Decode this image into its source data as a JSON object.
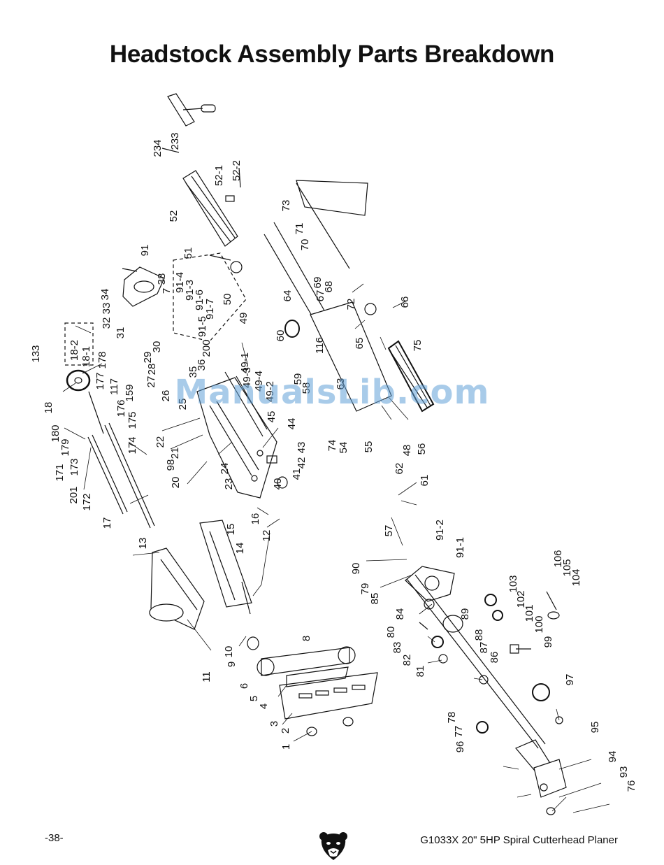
{
  "title": "Headstock Assembly Parts Breakdown",
  "watermark": "ManualsLib.com",
  "footer": {
    "page_number": "-38-",
    "model": "G1033X 20\" 5HP Spiral Cutterhead Planer"
  },
  "colors": {
    "ink": "#111111",
    "watermark": "#60a0d7",
    "background": "#ffffff"
  },
  "logo": "bear-head-logo",
  "callouts": [
    "233",
    "234",
    "52-1",
    "52-2",
    "52",
    "51",
    "50",
    "91",
    "38",
    "7",
    "34",
    "33",
    "32",
    "31",
    "91-4",
    "91-3",
    "91-6",
    "91-7",
    "91-5",
    "200",
    "36",
    "35",
    "30",
    "29",
    "28",
    "27",
    "26",
    "25",
    "73",
    "133",
    "18-2",
    "18-1",
    "18",
    "178",
    "177",
    "117",
    "159",
    "176",
    "175",
    "174",
    "180",
    "179",
    "171",
    "173",
    "201",
    "172",
    "17",
    "22",
    "21",
    "98",
    "20",
    "23",
    "24",
    "49",
    "49-1",
    "49-3",
    "49-4",
    "49-2",
    "45",
    "44",
    "43",
    "42",
    "41",
    "40",
    "16",
    "12",
    "13",
    "15",
    "14",
    "11",
    "10",
    "9",
    "8",
    "6",
    "5",
    "4",
    "3",
    "2",
    "1",
    "62",
    "61",
    "60",
    "59",
    "58",
    "63",
    "116",
    "65",
    "64",
    "67",
    "68",
    "69",
    "70",
    "71",
    "72",
    "66",
    "75",
    "74",
    "54",
    "55",
    "48",
    "56",
    "57",
    "91-2",
    "91-1",
    "90",
    "79",
    "85",
    "84",
    "80",
    "83",
    "82",
    "81",
    "89",
    "88",
    "87",
    "86",
    "106",
    "105",
    "104",
    "103",
    "102",
    "101",
    "100",
    "99",
    "97",
    "78",
    "77",
    "96",
    "95",
    "94",
    "93",
    "76"
  ]
}
